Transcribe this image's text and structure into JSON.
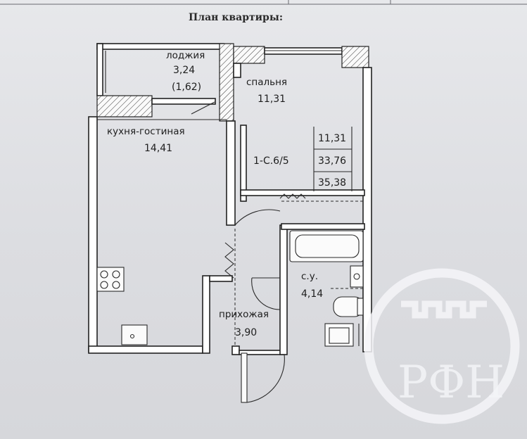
{
  "page": {
    "heading": "План квартиры:"
  },
  "plan": {
    "rooms": {
      "loggia": {
        "name": "лоджия",
        "area": "3,24",
        "reduced_area": "(1,62)"
      },
      "bedroom": {
        "name": "спальня",
        "area": "11,31"
      },
      "kitchen_living": {
        "name": "кухня-гостиная",
        "area": "14,41"
      },
      "hallway": {
        "name": "прихожая",
        "area": "3,90"
      },
      "bathroom": {
        "name": "с.у.",
        "area": "4,14"
      }
    },
    "summary": {
      "code": "1-С.6/5",
      "living_area": "11,31",
      "total_area": "33,76",
      "total_with_loggia": "35,38"
    }
  },
  "watermark": {
    "icon": "rfn-logo-icon",
    "letters": "РФН"
  },
  "colors": {
    "paper": "#dfe0e4",
    "ink": "#1e1e1e",
    "wall_fill": "#ffffff"
  }
}
